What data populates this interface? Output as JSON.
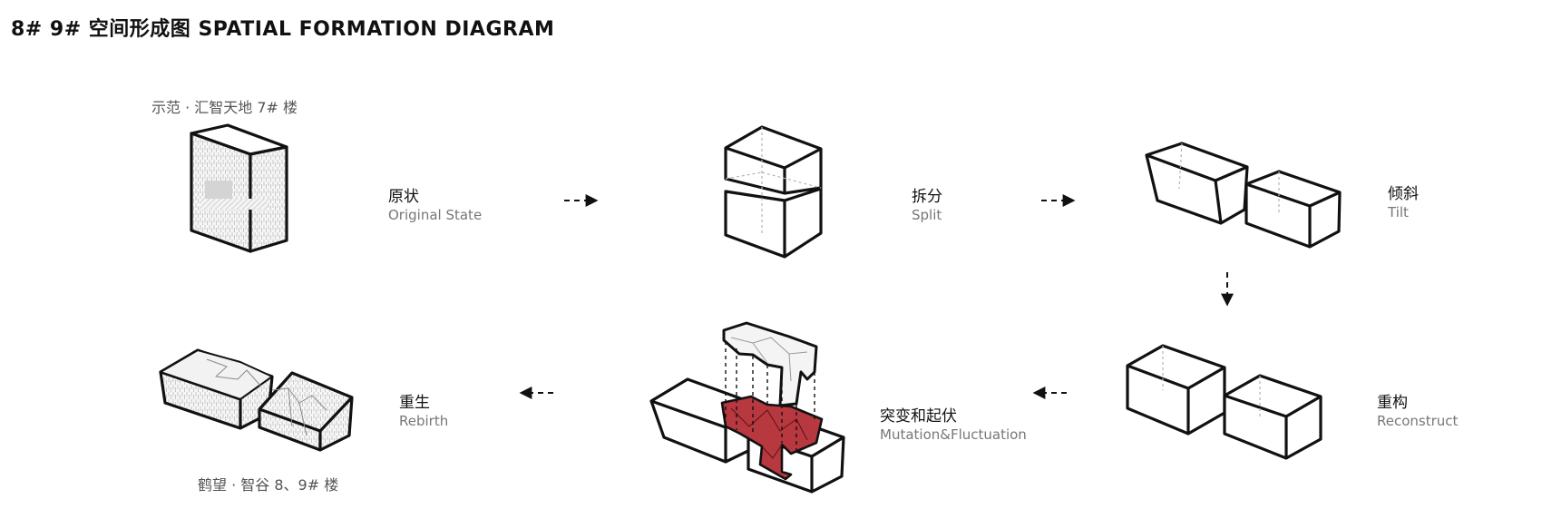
{
  "header": {
    "title": "8# 9#  空间形成图 SPATIAL FORMATION DIAGRAM"
  },
  "captions": {
    "top_reference": "示范 · 汇智天地  7# 楼",
    "bottom_reference": "鹤望 · 智谷  8、9# 楼"
  },
  "steps": [
    {
      "cn": "原状",
      "en": "Original State"
    },
    {
      "cn": "拆分",
      "en": "Split"
    },
    {
      "cn": "倾斜",
      "en": "Tilt"
    },
    {
      "cn": "重构",
      "en": "Reconstruct"
    },
    {
      "cn": "突变和起伏",
      "en": "Mutation&Fluctuation"
    },
    {
      "cn": "重生",
      "en": "Rebirth"
    }
  ],
  "colors": {
    "stroke": "#111111",
    "hidden_edge": "#b5b5b5",
    "mutation_red": "#b7393f",
    "hatch": "#c9c9c9"
  },
  "icons": {
    "arrow_right": "dashed-arrow-right-icon",
    "arrow_down": "dashed-arrow-down-icon",
    "arrow_left": "dashed-arrow-left-icon"
  }
}
